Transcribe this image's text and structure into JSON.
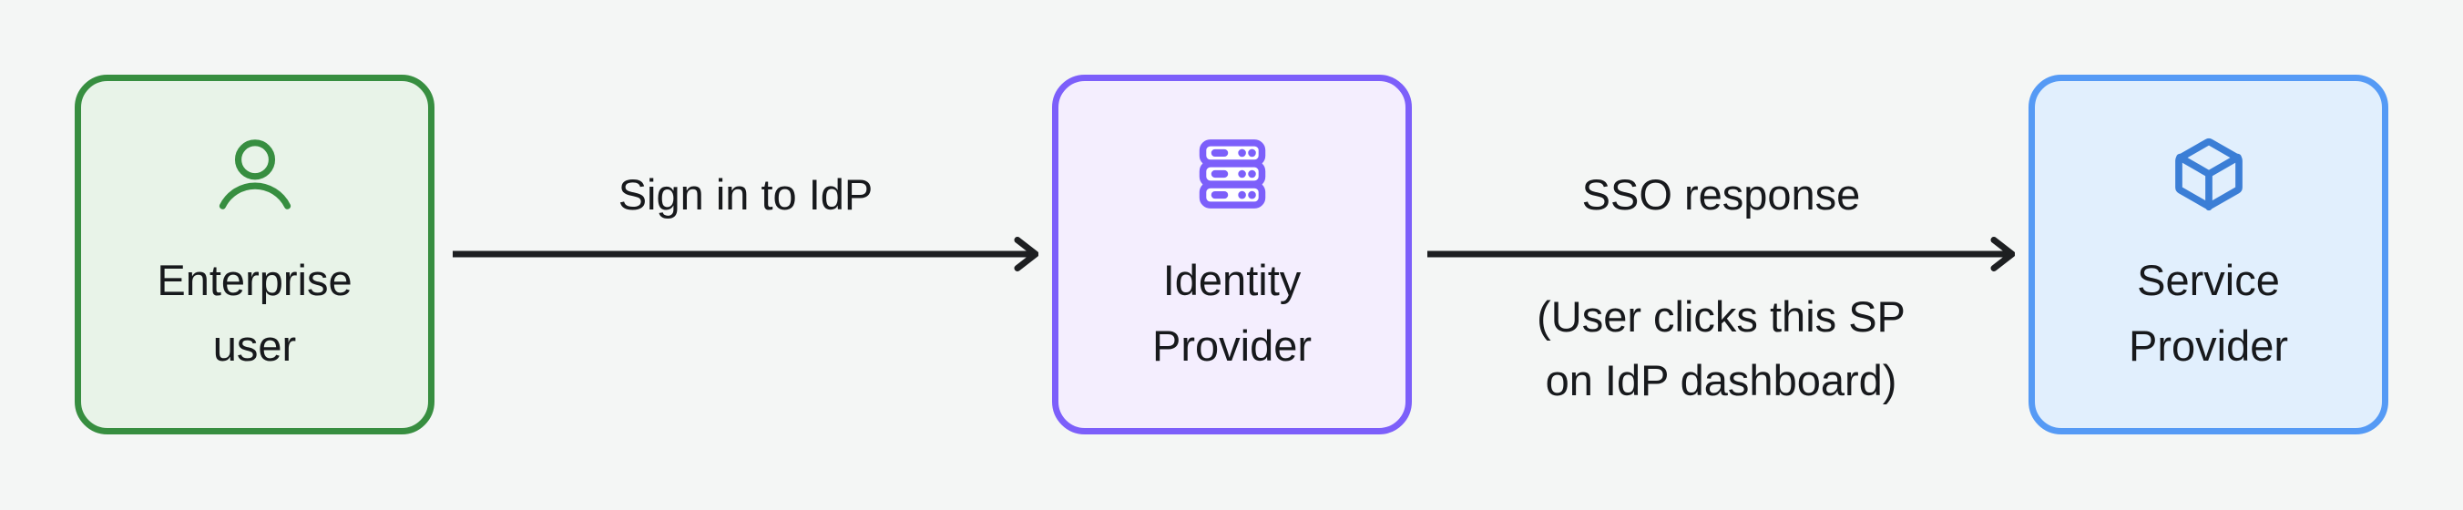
{
  "diagram": {
    "background": "#f4f6f5",
    "text_color": "#17191c",
    "arrow_color": "#1d1f21",
    "nodes": [
      {
        "id": "enterprise-user",
        "icon": "user-icon",
        "label_lines": [
          "Enterprise",
          "user"
        ],
        "border_color": "#378e40",
        "fill_color": "#e8f3e8",
        "icon_color": "#378e40"
      },
      {
        "id": "identity-provider",
        "icon": "server-stack-icon",
        "label_lines": [
          "Identity",
          "Provider"
        ],
        "border_color": "#7c5ffa",
        "fill_color": "#f4eefe",
        "icon_color": "#7c5ffa"
      },
      {
        "id": "service-provider",
        "icon": "cube-icon",
        "label_lines": [
          "Service",
          "Provider"
        ],
        "border_color": "#559af5",
        "fill_color": "#e1effd",
        "icon_color": "#3b7ed6"
      }
    ],
    "edges": [
      {
        "id": "sign-in-to-idp",
        "label": "Sign in to IdP",
        "sublabel_lines": []
      },
      {
        "id": "sso-response",
        "label": "SSO response",
        "sublabel_lines": [
          "(User clicks this SP",
          "on IdP dashboard)"
        ]
      }
    ]
  }
}
